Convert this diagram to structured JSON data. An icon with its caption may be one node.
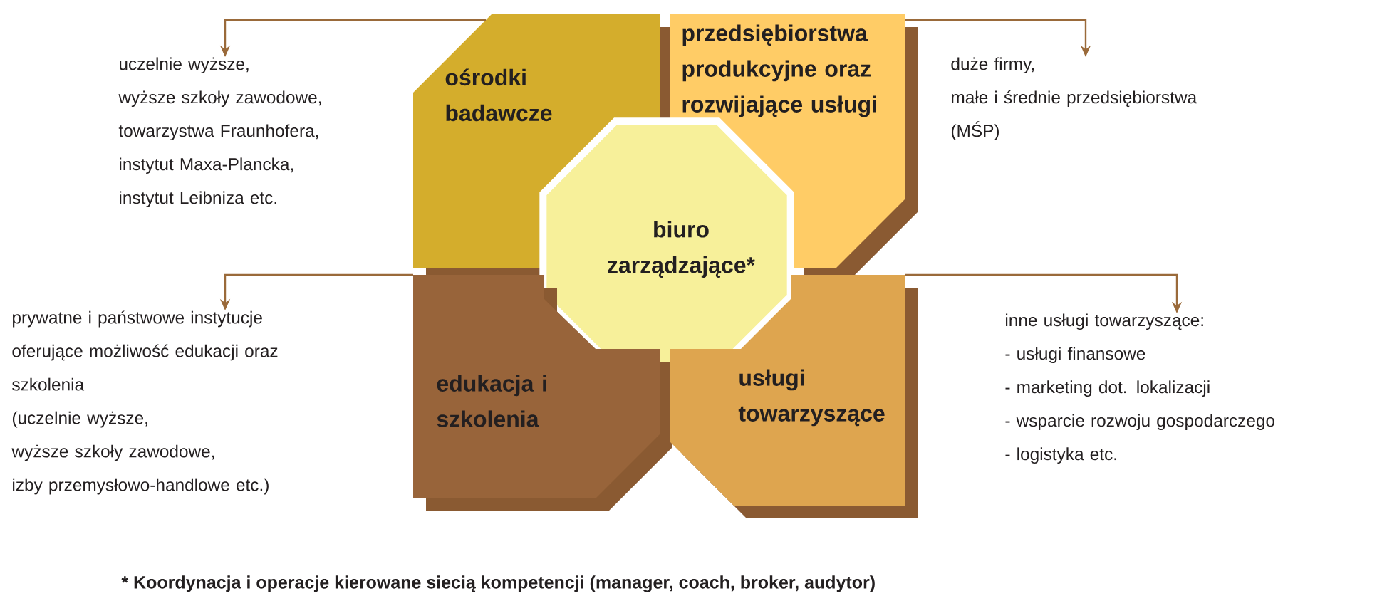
{
  "diagram": {
    "nodes": [
      {
        "text": [
          "ośrodki badawcze"
        ]
      },
      {
        "text": [
          "przedsiębiorstwa produkcyjne oraz rozwijające usługi"
        ]
      },
      {
        "text": [
          "biuro zarządzające*"
        ]
      },
      {
        "text": [
          "edukacja i szkolenia"
        ]
      },
      {
        "text": [
          "usługi towarzyszące"
        ]
      },
      {
        "text": [
          "uczelnie wyższe,",
          "wyższe szkoły zawodowe,",
          "towarzystwa Fraunhofera,",
          "instytut Maxa-Plancka,",
          "instytut Leibniza etc."
        ]
      },
      {
        "text": [
          "duże firmy,",
          "małe i średnie przedsiębiorstwa (MŚP)"
        ]
      },
      {
        "text": [
          "prywatne i państwowe instytucje oferujące możliwość edukacji oraz szkolenia",
          "(uczelnie wyższe,",
          "wyższe szkoły zawodowe,",
          "izby przemysłowo-handlowe etc.)"
        ]
      },
      {
        "text": [
          "inne usługi towarzyszące:",
          "- usługi finansowe",
          "- marketing dot. lokalizacji",
          "- wsparcie rozwoju gospodarczego",
          "- logistyka etc."
        ]
      }
    ],
    "edges": [
      {
        "from": 0,
        "to": 5,
        "arrow": "to"
      },
      {
        "from": 1,
        "to": 6,
        "arrow": "to"
      },
      {
        "from": 3,
        "to": 7,
        "arrow": "to"
      },
      {
        "from": 4,
        "to": 8,
        "arrow": "to"
      }
    ],
    "labels": [
      "* Koordynacja i operacje kierowane siecią kompetencji (manager, coach, broker, audytor)"
    ]
  }
}
